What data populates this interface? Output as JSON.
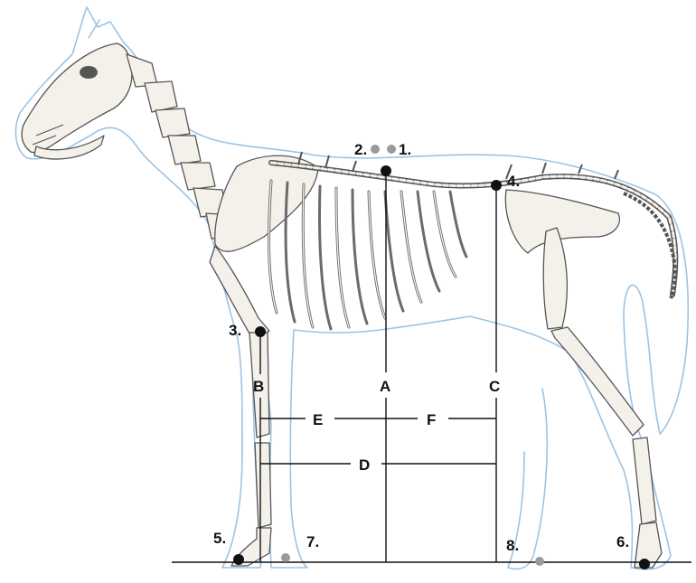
{
  "points": {
    "p1": {
      "label": "1.",
      "color": "#9a9a9a"
    },
    "p2": {
      "label": "2.",
      "color": "#9a9a9a"
    },
    "p3": {
      "label": "3.",
      "color": "#111111"
    },
    "p4": {
      "label": "4.",
      "color": "#111111"
    },
    "p5": {
      "label": "5.",
      "color": "#111111"
    },
    "p6": {
      "label": "6.",
      "color": "#111111"
    },
    "p7": {
      "label": "7.",
      "color": "#9a9a9a"
    },
    "p8": {
      "label": "8.",
      "color": "#9a9a9a"
    }
  },
  "lines": {
    "A": "A",
    "B": "B",
    "C": "C",
    "D": "D",
    "E": "E",
    "F": "F"
  },
  "colors": {
    "outline": "#9cc4e4",
    "bone": "#f4f1ea",
    "measure": "#111111"
  }
}
